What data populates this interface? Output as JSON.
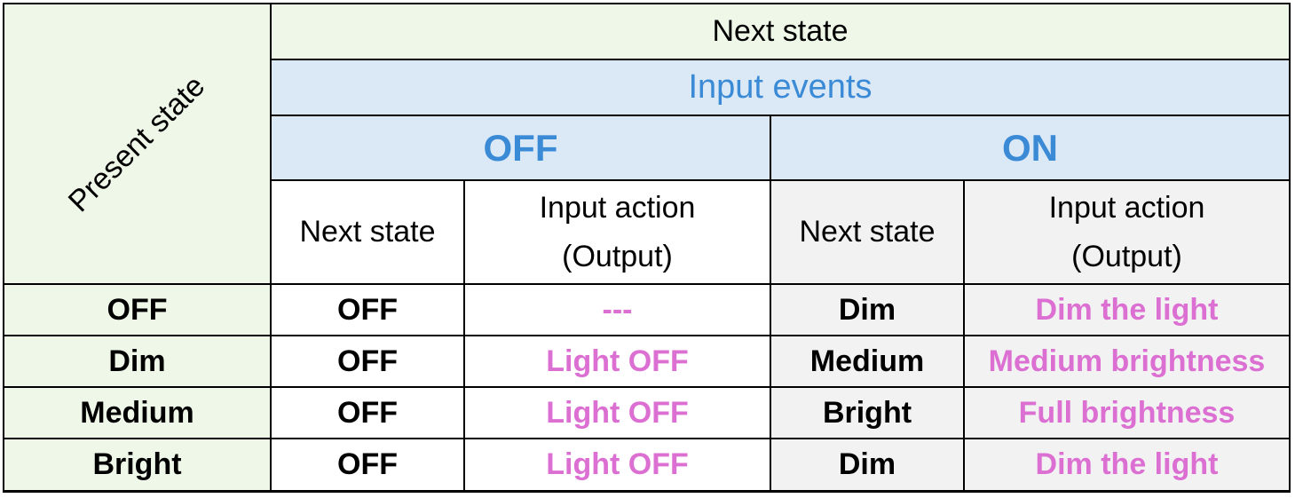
{
  "header": {
    "present_state": "Present state",
    "next_state": "Next state",
    "input_events": "Input events",
    "off": "OFF",
    "on": "ON",
    "sub": {
      "off_next_state": "Next state",
      "off_action_1": "Input action",
      "off_action_2": "(Output)",
      "on_next_state": "Next state",
      "on_action_1": "Input action",
      "on_action_2": "(Output)"
    }
  },
  "rows": [
    {
      "present": "OFF",
      "off_next": "OFF",
      "off_action": "---",
      "on_next": "Dim",
      "on_action": "Dim the light"
    },
    {
      "present": "Dim",
      "off_next": "OFF",
      "off_action": "Light OFF",
      "on_next": "Medium",
      "on_action": "Medium brightness"
    },
    {
      "present": "Medium",
      "off_next": "OFF",
      "off_action": "Light OFF",
      "on_next": "Bright",
      "on_action": "Full brightness"
    },
    {
      "present": "Bright",
      "off_next": "OFF",
      "off_action": "Light OFF",
      "on_next": "Dim",
      "on_action": "Dim the light"
    }
  ],
  "colors": {
    "header_green": "#eef7e8",
    "header_blue": "#dbe9f7",
    "accent_blue": "#3a8ad6",
    "output_pink": "#dc6fd2",
    "on_gray": "#f2f2f2"
  }
}
